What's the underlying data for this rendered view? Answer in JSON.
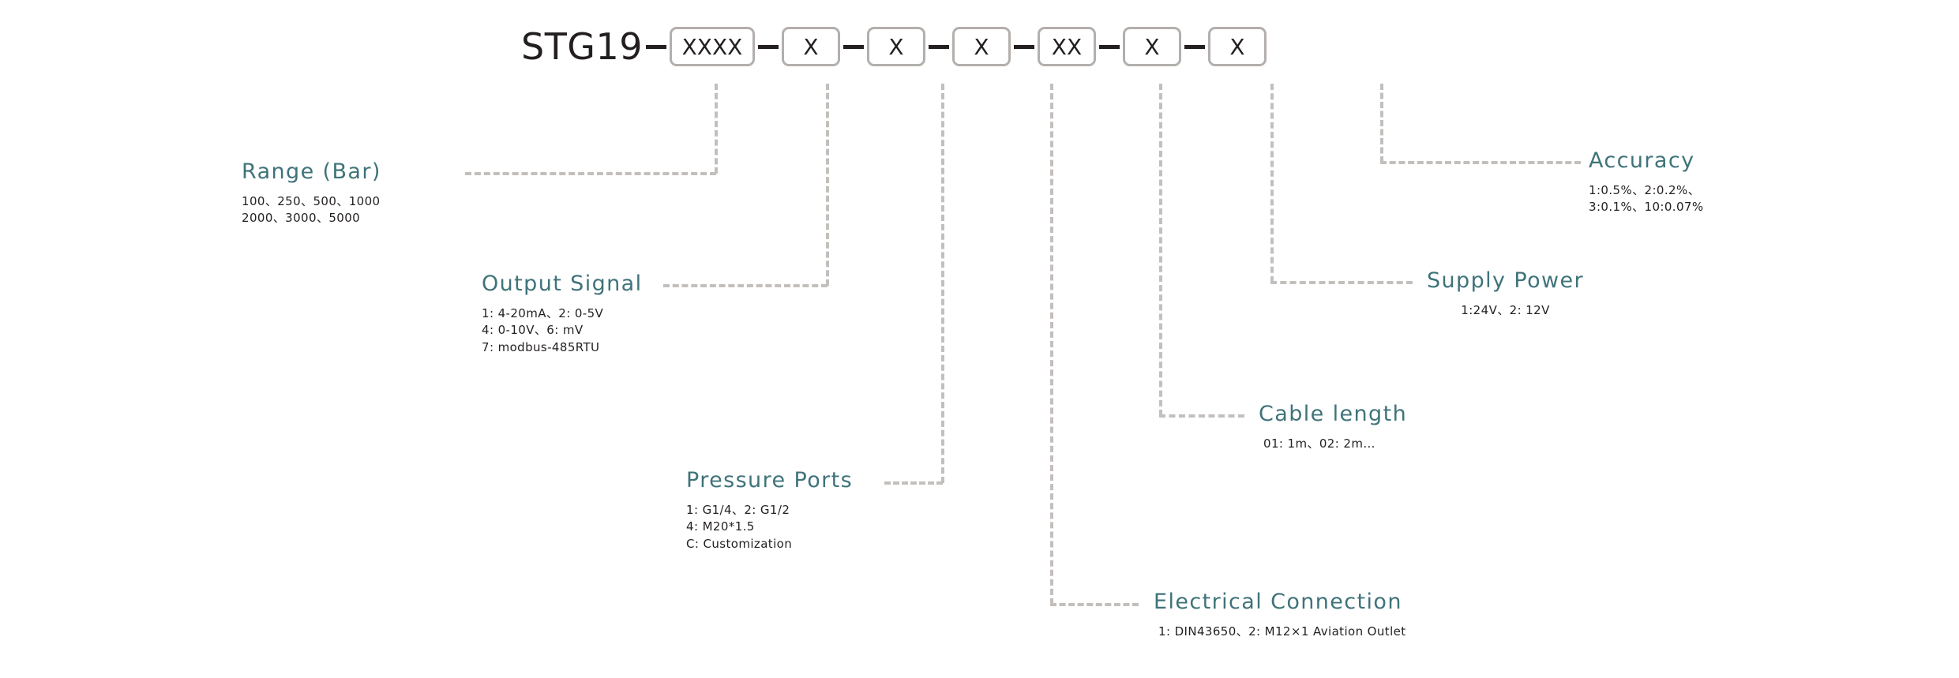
{
  "model_code": {
    "prefix": "STG19",
    "segments": [
      {
        "label": "XXXX",
        "wide": true
      },
      {
        "label": "X",
        "wide": false
      },
      {
        "label": "X",
        "wide": false
      },
      {
        "label": "X",
        "wide": false
      },
      {
        "label": "XX",
        "wide": false
      },
      {
        "label": "X",
        "wide": false
      },
      {
        "label": "X",
        "wide": false
      }
    ],
    "separator": "-"
  },
  "accent_color": "#3f737a",
  "line_color": "#c3bfbc",
  "box_border_color": "#b3afac",
  "annotations": {
    "range": {
      "title": "Range (Bar)",
      "lines": [
        "100、250、500、1000",
        "2000、3000、5000"
      ]
    },
    "output_signal": {
      "title": "Output Signal",
      "lines": [
        "1: 4-20mA、2: 0-5V",
        "4: 0-10V、6: mV",
        "7: modbus-485RTU"
      ]
    },
    "pressure_ports": {
      "title": "Pressure Ports",
      "lines": [
        "1: G1/4、2: G1/2",
        "4: M20*1.5",
        "C: Customization"
      ]
    },
    "electrical_connection": {
      "title": "Electrical Connection",
      "lines": [
        "1: DIN43650、2: M12×1 Aviation Outlet"
      ]
    },
    "cable_length": {
      "title": "Cable length",
      "lines": [
        "01: 1m、02: 2m..."
      ]
    },
    "supply_power": {
      "title": "Supply Power",
      "lines": [
        "1:24V、2: 12V"
      ]
    },
    "accuracy": {
      "title": "Accuracy",
      "lines": [
        "1:0.5%、2:0.2%、",
        "3:0.1%、10:0.07%"
      ]
    }
  }
}
